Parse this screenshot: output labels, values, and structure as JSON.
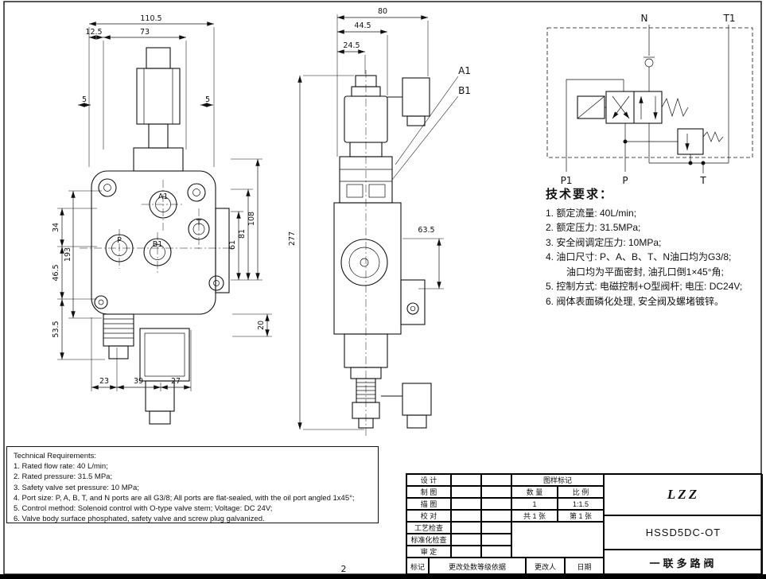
{
  "sheet": {
    "page_number": "2"
  },
  "front_view": {
    "dims": {
      "w110_5": "110.5",
      "w73": "73",
      "w12_5": "12.5",
      "g5l": "5",
      "g5r": "5",
      "h34": "34",
      "h193": "193",
      "h46_5": "46.5",
      "h53_5": "53.5",
      "r61": "61",
      "r81": "81",
      "r108": "108",
      "r20": "20",
      "b23": "23",
      "b39": "39",
      "b27": "27"
    },
    "port_labels": {
      "a1": "A1",
      "t": "T",
      "p": "P",
      "b1": "B1"
    }
  },
  "side_view": {
    "dims": {
      "d80": "80",
      "d44_5": "44.5",
      "d24_5": "24.5",
      "h277": "277",
      "d63_5": "63.5"
    },
    "port_labels": {
      "a1": "A1",
      "b1": "B1"
    }
  },
  "schematic": {
    "labels": {
      "n": "N",
      "t1": "T1",
      "p1": "P1",
      "p": "P",
      "t": "T"
    }
  },
  "tech_requirements_cn": {
    "title": "技术要求：",
    "lines": [
      "1. 额定流量: 40L/min;",
      "2. 额定压力: 31.5MPa;",
      "3. 安全阀调定压力: 10MPa;",
      "4. 油口尺寸: P、A、B、T、N油口均为G3/8;",
      "油口均为平面密封, 油孔口倒1×45°角;",
      "5. 控制方式: 电磁控制+O型阀杆; 电压: DC24V;",
      "6. 阀体表面磷化处理, 安全阀及螺堵镀锌。"
    ]
  },
  "tech_requirements_en": {
    "lines": [
      "Technical Requirements:",
      "1. Rated flow rate: 40 L/min;",
      "2. Rated pressure: 31.5 MPa;",
      "3. Safety valve set pressure: 10 MPa;",
      "4. Port size: P, A, B, T, and N ports are all G3/8; All ports are flat-sealed, with the oil port angled 1x45°;",
      "5. Control method: Solenoid control with O-type valve stem; Voltage: DC 24V;",
      "6. Valve body surface phosphated, safety valve and screw plug galvanized."
    ]
  },
  "title_block": {
    "col_design": "设 计",
    "col_draft": "制 图",
    "col_trace": "描 图",
    "col_check": "校 对",
    "col_process": "工艺检查",
    "col_standard": "标准化检查",
    "col_approve": "审 定",
    "mark_header": "图样标记",
    "qty_header": "数 量",
    "scale_header": "比 例",
    "qty_value": "1",
    "scale_value": "1:1.5",
    "total_sheets": "共 1 张",
    "sheet_number": "第 1 张",
    "logo": "LZZ",
    "model_code": "HSSD5DC-OT",
    "product_name": "一联多路阀",
    "rev_mark": "标记",
    "rev_desc": "更改处数等级依据",
    "rev_by": "更改人",
    "rev_date": "日期"
  }
}
